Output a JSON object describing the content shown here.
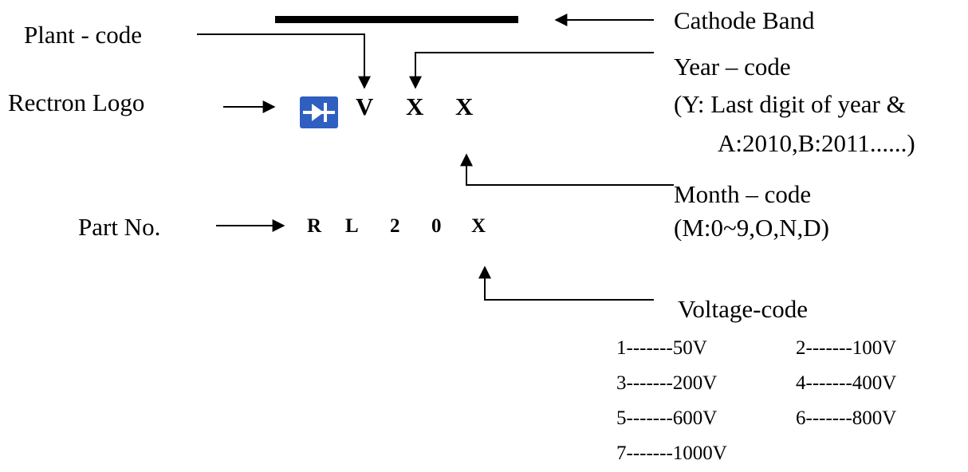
{
  "labels": {
    "plant_code": "Plant - code",
    "rectron_logo": "Rectron Logo",
    "part_no": "Part No.",
    "cathode_band": "Cathode Band",
    "year_code": "Year – code",
    "year_note_1": "(Y: Last digit of year &",
    "year_note_2": "A:2010,B:2011......)",
    "month_code": "Month – code",
    "month_note": "(M:0~9,O,N,D)",
    "voltage_code": "Voltage-code"
  },
  "marking": {
    "plant": "V",
    "year": "X",
    "month": "X"
  },
  "part_number": [
    "R",
    "L",
    "2",
    "0",
    "X"
  ],
  "voltage_table": [
    "1-------50V",
    "2-------100V",
    "3-------200V",
    "4-------400V",
    "5-------600V",
    "6-------800V",
    "7-------1000V"
  ],
  "colors": {
    "logo": "#2f5fc0",
    "ink": "#000000"
  },
  "icons": {
    "logo": "diode-icon"
  }
}
